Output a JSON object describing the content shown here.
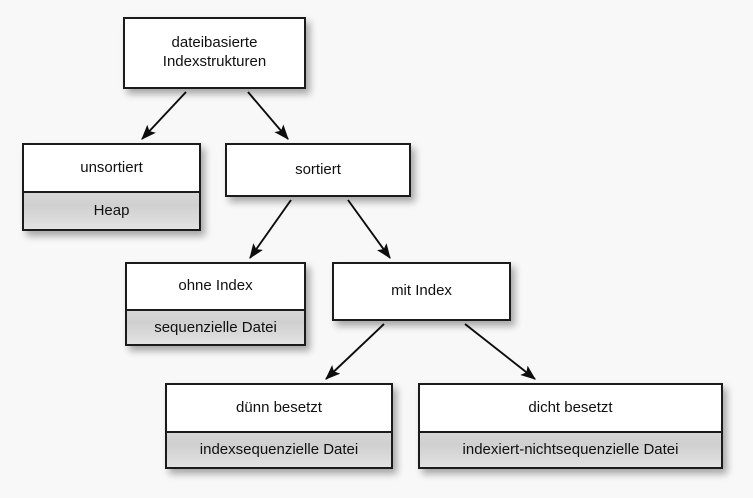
{
  "diagram": {
    "title_text": "dateibasierte Indexstrukturen",
    "background_color": "#f8f8f8",
    "border_color": "#1b1b1b",
    "node_fill": "#ffffff",
    "sub_fill": "#d6d6d6",
    "nodes": [
      {
        "id": "root",
        "label": "dateibasierte\nIndexstrukturen",
        "sub": null
      },
      {
        "id": "unsortiert",
        "label": "unsortiert",
        "sub": "Heap"
      },
      {
        "id": "sortiert",
        "label": "sortiert",
        "sub": null
      },
      {
        "id": "ohne-index",
        "label": "ohne Index",
        "sub": "sequenzielle Datei"
      },
      {
        "id": "mit-index",
        "label": "mit Index",
        "sub": null
      },
      {
        "id": "duenn",
        "label": "dünn besetzt",
        "sub": "indexsequenzielle Datei"
      },
      {
        "id": "dicht",
        "label": "dicht besetzt",
        "sub": "indexiert-nichtsequenzielle Datei"
      }
    ],
    "edges": [
      {
        "id": "root-unsortiert",
        "from": "root",
        "to": "unsortiert"
      },
      {
        "id": "root-sortiert",
        "from": "root",
        "to": "sortiert"
      },
      {
        "id": "sortiert-ohne",
        "from": "sortiert",
        "to": "ohne-index"
      },
      {
        "id": "sortiert-mit",
        "from": "sortiert",
        "to": "mit-index"
      },
      {
        "id": "mit-duenn",
        "from": "mit-index",
        "to": "duenn"
      },
      {
        "id": "mit-dicht",
        "from": "mit-index",
        "to": "dicht"
      }
    ]
  }
}
